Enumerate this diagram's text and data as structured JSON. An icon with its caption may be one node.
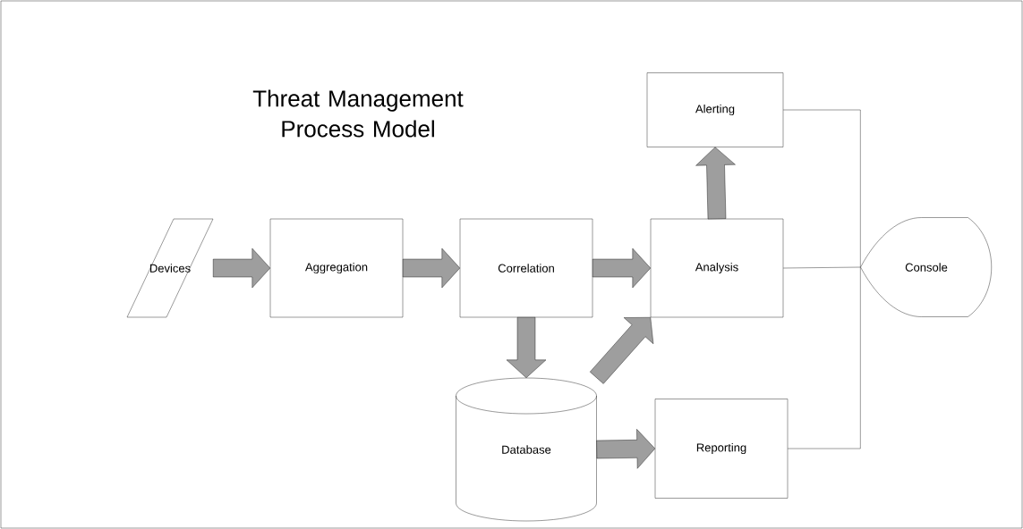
{
  "diagram": {
    "title": "Threat Management Process Model",
    "nodes": [
      {
        "text": [
          "Devices"
        ]
      },
      {
        "text": [
          "Aggregation"
        ]
      },
      {
        "text": [
          "Correlation"
        ]
      },
      {
        "text": [
          "Analysis"
        ]
      },
      {
        "text": [
          "Alerting"
        ]
      },
      {
        "text": [
          "Console"
        ]
      },
      {
        "text": [
          "Database"
        ]
      },
      {
        "text": [
          "Reporting"
        ]
      }
    ],
    "edges": [
      {
        "from": 0,
        "to": 1,
        "arrow": "to",
        "style": "thick"
      },
      {
        "from": 1,
        "to": 2,
        "arrow": "to",
        "style": "thick"
      },
      {
        "from": 2,
        "to": 3,
        "arrow": "to",
        "style": "thick"
      },
      {
        "from": 3,
        "to": 4,
        "arrow": "to",
        "style": "thick"
      },
      {
        "from": 2,
        "to": 6,
        "arrow": "to",
        "style": "thick"
      },
      {
        "from": 6,
        "to": 3,
        "arrow": "to",
        "style": "thick"
      },
      {
        "from": 6,
        "to": 7,
        "arrow": "to",
        "style": "thick"
      },
      {
        "from": 4,
        "to": 5,
        "arrow": "none"
      },
      {
        "from": 3,
        "to": 5,
        "arrow": "none"
      },
      {
        "from": 7,
        "to": 5,
        "arrow": "none"
      }
    ]
  }
}
